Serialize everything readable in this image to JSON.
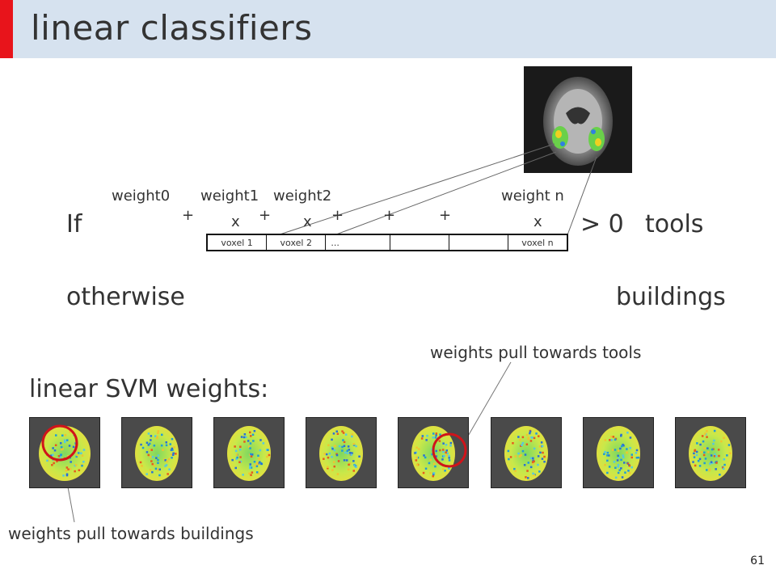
{
  "title": "linear classifiers",
  "formula": {
    "if_label": "If",
    "weights": [
      "weight0",
      "weight1",
      "weight2",
      "weight n"
    ],
    "plus_signs": [
      "+",
      "+",
      "+",
      "+",
      "+"
    ],
    "times_signs": [
      "x",
      "x",
      "x"
    ],
    "comparison": "> 0",
    "tools_label": "tools",
    "otherwise_label": "otherwise",
    "buildings_label": "buildings",
    "voxels": [
      "voxel 1",
      "voxel 2",
      "...",
      "",
      "",
      "voxel n"
    ]
  },
  "svm": {
    "heading": "linear SVM weights:",
    "annotation_tools": "weights pull towards tools",
    "annotation_buildings": "weights pull towards buildings"
  },
  "slide_number": "61",
  "colors": {
    "title_bar": "#d6e2ef",
    "accent": "#e8141b",
    "circle": "#d0141a"
  }
}
